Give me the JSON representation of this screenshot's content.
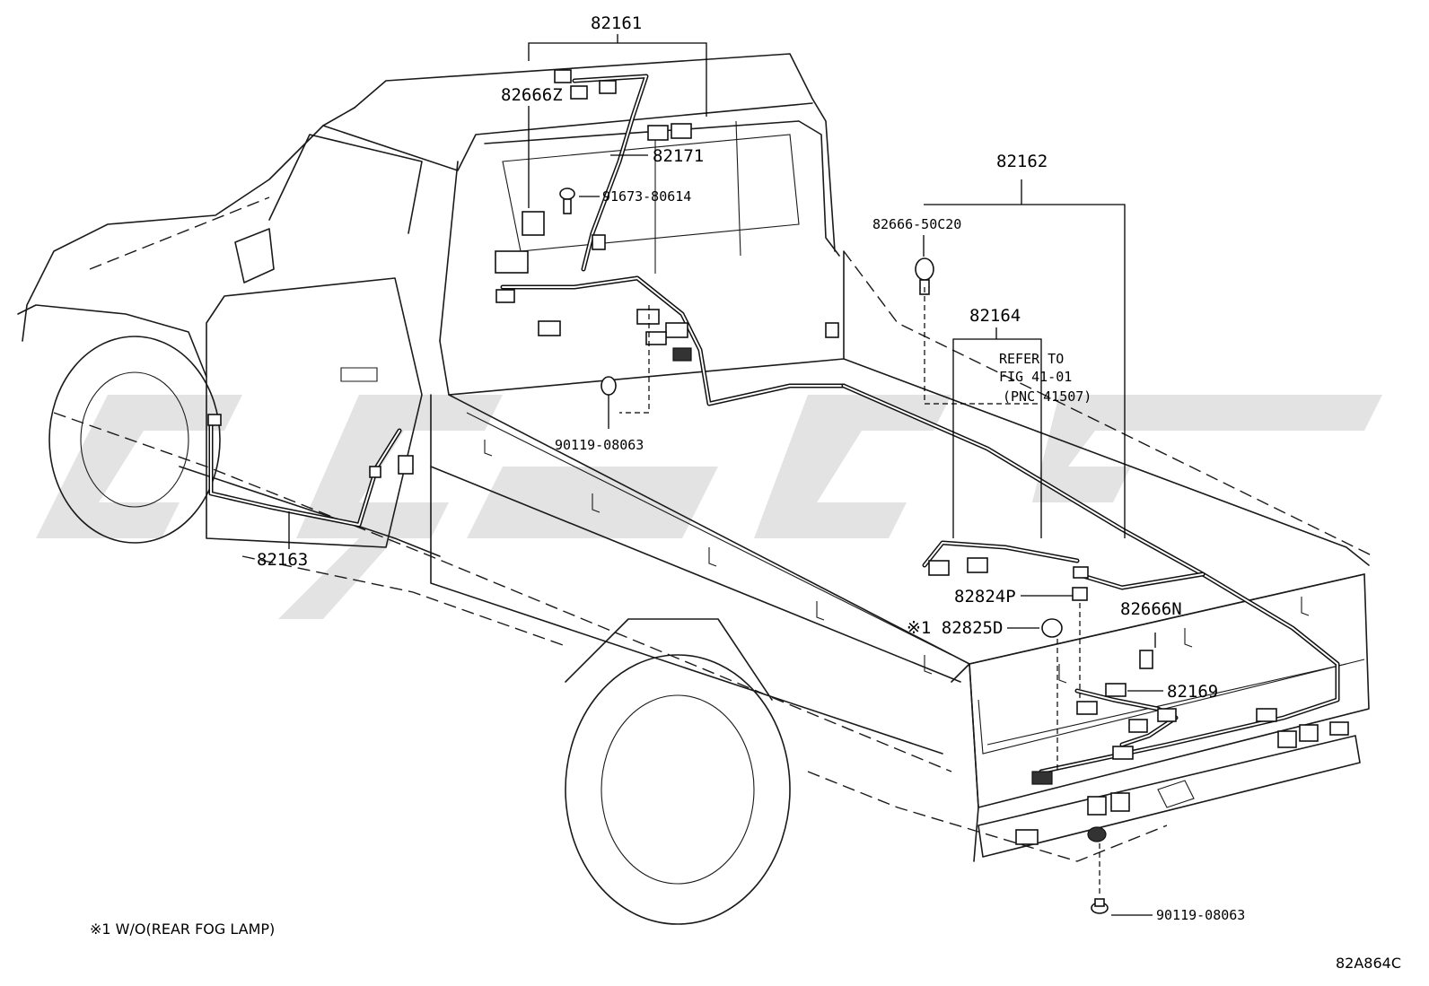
{
  "labels": {
    "p82161": "82161",
    "p82666z": "82666Z",
    "p82171": "82171",
    "p91673": "91673-80614",
    "p82162": "82162",
    "p82666_50c20": "82666-50C20",
    "p82164": "82164",
    "refer_line1": "REFER TO",
    "refer_line2": "FIG 41-01",
    "refer_line3": "(PNC 41507)",
    "p90119_a": "90119-08063",
    "p82163": "82163",
    "p82824p": "82824P",
    "p82825d": "※1 82825D",
    "p82666n": "82666N",
    "p82169": "82169",
    "p90119_b": "90119-08063"
  },
  "footnote": "※1 W/O(REAR FOG LAMP)",
  "diagram_code": "82A864C"
}
